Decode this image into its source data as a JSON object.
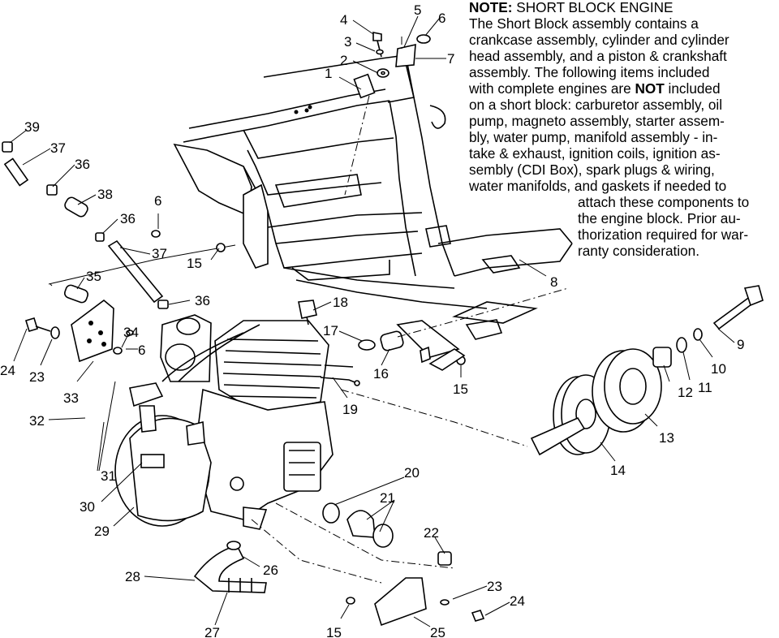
{
  "note": {
    "heading": "NOTE:",
    "heading_rest": " SHORT BLOCK ENGINE",
    "lines": [
      {
        "pre": "The Short Block assembly contains a",
        "bold": "",
        "post": ""
      },
      {
        "pre": "crankcase assembly, cylinder and cylinder",
        "bold": "",
        "post": ""
      },
      {
        "pre": "head assembly, and a piston & crankshaft",
        "bold": "",
        "post": ""
      },
      {
        "pre": "assembly.  The following items included",
        "bold": "",
        "post": ""
      },
      {
        "pre": "with complete engines are ",
        "bold": "NOT",
        "post": " included"
      },
      {
        "pre": "on a short block:  carburetor assembly, oil",
        "bold": "",
        "post": ""
      },
      {
        "pre": "pump, magneto assembly, starter assem-",
        "bold": "",
        "post": ""
      },
      {
        "pre": "bly, water pump, manifold assembly - in-",
        "bold": "",
        "post": ""
      },
      {
        "pre": "take & exhaust, ignition coils, ignition as-",
        "bold": "",
        "post": ""
      },
      {
        "pre": "sembly (CDI Box), spark plugs & wiring,",
        "bold": "",
        "post": ""
      },
      {
        "pre": "water manifolds, and gaskets if needed to",
        "bold": "",
        "post": ""
      },
      {
        "pre": "attach these components to",
        "bold": "",
        "post": ""
      },
      {
        "pre": "the engine block.  Prior au-",
        "bold": "",
        "post": ""
      },
      {
        "pre": "thorization required for war-",
        "bold": "",
        "post": ""
      },
      {
        "pre": "ranty consideration.",
        "bold": "",
        "post": ""
      }
    ]
  },
  "callouts": [
    "1",
    "2",
    "3",
    "4",
    "5",
    "6",
    "7",
    "8",
    "9",
    "10",
    "11",
    "12",
    "13",
    "14",
    "15",
    "16",
    "17",
    "18",
    "19",
    "20",
    "21",
    "22",
    "23",
    "24",
    "25",
    "26",
    "27",
    "28",
    "29",
    "30",
    "31",
    "32",
    "33",
    "34",
    "35",
    "36",
    "37",
    "38",
    "39"
  ],
  "callout_labels": [
    {
      "text": "4"
    },
    {
      "text": "5"
    },
    {
      "text": "6"
    },
    {
      "text": "3"
    },
    {
      "text": "2"
    },
    {
      "text": "7"
    },
    {
      "text": "1"
    },
    {
      "text": "39"
    },
    {
      "text": "37"
    },
    {
      "text": "36"
    },
    {
      "text": "38"
    },
    {
      "text": "6"
    },
    {
      "text": "36"
    },
    {
      "text": "37"
    },
    {
      "text": "15"
    },
    {
      "text": "35"
    },
    {
      "text": "36"
    },
    {
      "text": "18"
    },
    {
      "text": "8"
    },
    {
      "text": "9"
    },
    {
      "text": "17"
    },
    {
      "text": "34"
    },
    {
      "text": "6"
    },
    {
      "text": "10"
    },
    {
      "text": "11"
    },
    {
      "text": "12"
    },
    {
      "text": "24"
    },
    {
      "text": "23"
    },
    {
      "text": "16"
    },
    {
      "text": "15"
    },
    {
      "text": "33"
    },
    {
      "text": "19"
    },
    {
      "text": "13"
    },
    {
      "text": "32"
    },
    {
      "text": "14"
    },
    {
      "text": "31"
    },
    {
      "text": "20"
    },
    {
      "text": "21"
    },
    {
      "text": "30"
    },
    {
      "text": "29"
    },
    {
      "text": "22"
    },
    {
      "text": "26"
    },
    {
      "text": "28"
    },
    {
      "text": "23"
    },
    {
      "text": "24"
    },
    {
      "text": "15"
    },
    {
      "text": "25"
    },
    {
      "text": "27"
    }
  ]
}
